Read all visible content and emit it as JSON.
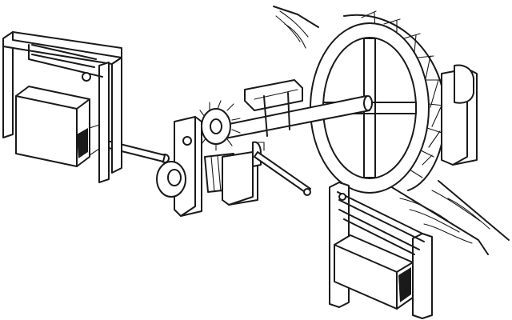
{
  "diagram": {
    "labels": [],
    "colors": {
      "ink": "#1a1a1a",
      "paper": "#ffffff"
    },
    "parts": [
      "water-wheel",
      "axle-shaft",
      "lantern-gear",
      "crank-flywheel",
      "connecting-rod-left",
      "connecting-rod-right",
      "left-bellows-frame",
      "left-bellows-box",
      "right-bellows-frame",
      "right-bellows-box",
      "bearing-block",
      "water-channel"
    ]
  }
}
